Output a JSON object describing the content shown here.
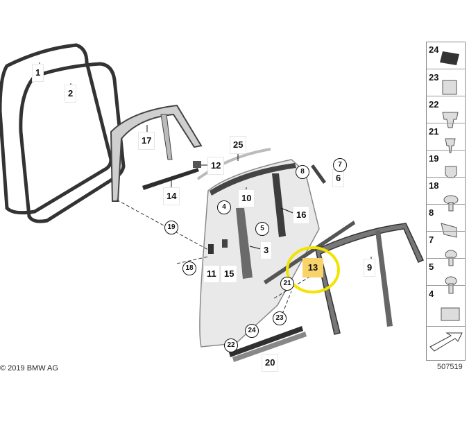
{
  "callouts": {
    "c1": "1",
    "c2": "2",
    "c17": "17",
    "c25": "25",
    "c12": "12",
    "c14": "14",
    "c10": "10",
    "c6": "6",
    "c16": "16",
    "c3": "3",
    "c11": "11",
    "c15": "15",
    "c9": "9",
    "c20": "20",
    "c13": "13"
  },
  "circled": {
    "c7": "7",
    "c8": "8",
    "c4": "4",
    "c5": "5",
    "c19": "19",
    "c18": "18",
    "c21": "21",
    "c23": "23",
    "c24": "24",
    "c22": "22"
  },
  "legend": [
    "24",
    "23",
    "22",
    "21",
    "19",
    "18",
    "8",
    "7",
    "5",
    "4"
  ],
  "copyright": "© 2019 BMW AG",
  "docnum": "507519",
  "colors": {
    "highlight": "#f7d36a",
    "ring": "#f2e300",
    "part": "#3a3a3a"
  }
}
